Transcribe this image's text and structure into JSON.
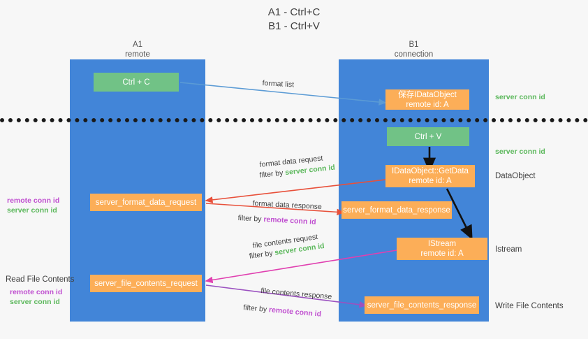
{
  "title": {
    "line1": "A1 - Ctrl+C",
    "line2": "B1 - Ctrl+V"
  },
  "lanes": [
    {
      "id": "a1",
      "name": "A1",
      "role": "remote"
    },
    {
      "id": "b1",
      "name": "B1",
      "role": "connection"
    }
  ],
  "boxes": {
    "ctrl_c": {
      "label": "Ctrl + C"
    },
    "ctrl_v": {
      "label": "Ctrl + V"
    },
    "idataobject": {
      "line1": "保存IDataObject",
      "line2": "remote id: A"
    },
    "getdata": {
      "line1": "IDataObject::GetData",
      "line2": "remote id: A"
    },
    "istream": {
      "line1": "IStream",
      "line2": "remote id: A"
    },
    "fmt_req": {
      "label": "server_format_data_request"
    },
    "fmt_resp": {
      "label": "server_format_data_response"
    },
    "file_req": {
      "label": "server_file_contents_request"
    },
    "file_resp": {
      "label": "server_file_contents_response"
    }
  },
  "edge_labels": {
    "format_list": "format list",
    "format_data_request": "format data request",
    "format_data_request_filter_prefix": "filter by ",
    "format_data_request_filter_key": "server conn id",
    "format_data_response": "format data response",
    "format_data_response_filter_prefix": "filter by ",
    "format_data_response_filter_key": "remote conn id",
    "file_contents_request": "file contents request",
    "file_contents_request_filter_prefix": "filter by ",
    "file_contents_request_filter_key": "server conn id",
    "file_contents_response": "file contents response",
    "file_contents_response_filter_prefix": "filter by ",
    "file_contents_response_filter_key": "remote conn id"
  },
  "right_annotations": {
    "server_conn_id_top": "server conn id",
    "server_conn_id_mid": "server conn id",
    "dataobject": "DataObject",
    "istream": "Istream",
    "write_file_contents": "Write File Contents"
  },
  "left_annotations": {
    "remote_conn_id_mid": "remote conn id",
    "server_conn_id_mid": "server conn id",
    "read_file_contents": "Read File Contents",
    "remote_conn_id_bottom": "remote conn id",
    "server_conn_id_bottom": "server conn id"
  },
  "colors": {
    "lane": "#4285d8",
    "green_box": "#71c286",
    "orange_box": "#fcae58",
    "server_conn_id": "#5cb85c",
    "remote_conn_id": "#c050d0",
    "arrow_blue": "#5b9bd5",
    "arrow_red": "#e8503a",
    "arrow_pink": "#e040b0",
    "arrow_purple": "#9b51c0",
    "arrow_black": "#111111",
    "separator": "#1a1a1a"
  }
}
